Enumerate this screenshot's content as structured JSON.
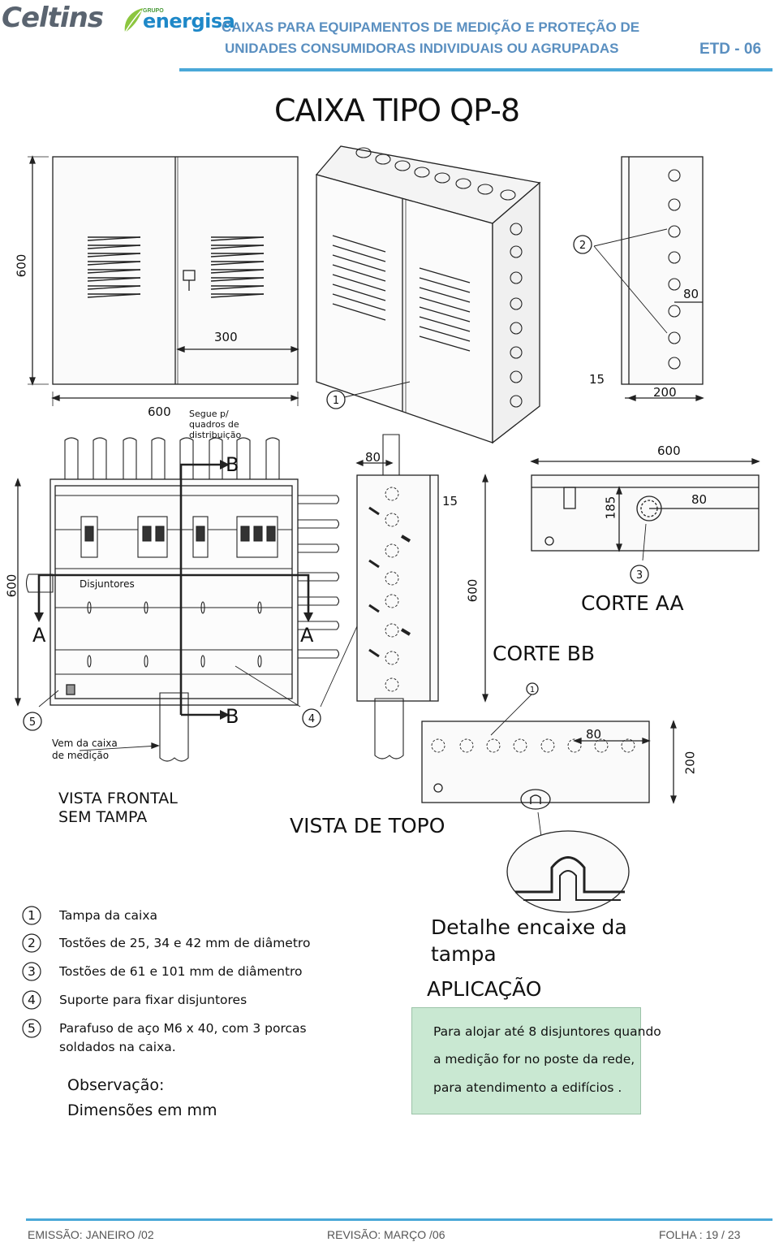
{
  "header": {
    "brand_left": "Celtins",
    "brand_group": "GRUPO",
    "brand_right": "energisa",
    "title_line1": "CAIXAS PARA EQUIPAMENTOS DE MEDIÇÃO E PROTEÇÃO DE",
    "title_line2": "UNIDADES CONSUMIDORAS INDIVIDUAIS OU AGRUPADAS",
    "doc_code": "ETD - 06"
  },
  "drawing": {
    "title": "CAIXA TIPO QP-8",
    "dims": {
      "front_height": "600",
      "front_half_width": "300",
      "front_width": "600",
      "side_80": "80",
      "side_15": "15",
      "side_200": "200",
      "panel_height": "600",
      "top_80": "80",
      "top_15": "15",
      "top_600": "600",
      "corte_600": "600",
      "corte_185": "185",
      "corte_80": "80",
      "bottom_80": "80",
      "bottom_200": "200"
    },
    "labels": {
      "segue": "Segue p/ quadros de distribuição",
      "disjuntores": "Disjuntores",
      "vem": "Vem da caixa de medição",
      "section_a": "A",
      "section_b": "B",
      "vista_frontal_1": "VISTA FRONTAL",
      "vista_frontal_2": "SEM TAMPA",
      "vista_topo": "VISTA DE TOPO",
      "corte_aa": "CORTE AA",
      "corte_bb": "CORTE BB",
      "detalhe_1": "Detalhe encaixe da",
      "detalhe_2": "tampa"
    },
    "callouts": [
      "1",
      "2",
      "3",
      "4",
      "5"
    ]
  },
  "legend": [
    {
      "num": "1",
      "text": "Tampa da caixa"
    },
    {
      "num": "2",
      "text": "Tostões de 25, 34 e 42 mm de diâmetro"
    },
    {
      "num": "3",
      "text": "Tostões de 61 e 101 mm de diâmentro"
    },
    {
      "num": "4",
      "text": "Suporte para fixar disjuntores"
    },
    {
      "num": "5",
      "text": "Parafuso de aço M6 x 40, com 3 porcas",
      "text2": "soldados na caixa."
    }
  ],
  "observacao": {
    "title": "Observação:",
    "text": "Dimensões em mm"
  },
  "aplicacao": {
    "title": "APLICAÇÃO",
    "line1": "Para alojar até 8 disjuntores quando",
    "line2": "a medição for no poste da rede,",
    "line3": "para atendimento a edifícios ."
  },
  "footer": {
    "emissao": "EMISSÃO: JANEIRO /02",
    "revisao": "REVISÃO: MARÇO /06",
    "folha": "FOLHA :  19 / 23"
  }
}
